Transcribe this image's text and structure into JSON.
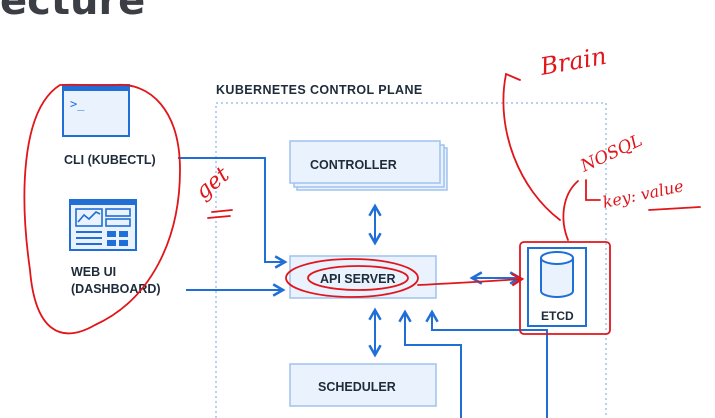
{
  "heading_fragment": "ecture",
  "diagram": {
    "control_plane_label": "KUBERNETES CONTROL PLANE",
    "cli_label": "CLI (KUBECTL)",
    "webui_label_line1": "WEB UI",
    "webui_label_line2": "(DASHBOARD)",
    "controller_label": "CONTROLLER",
    "api_server_label": "API SERVER",
    "scheduler_label": "SCHEDULER",
    "etcd_label": "ETCD",
    "terminal_prompt": ">_"
  },
  "annotations": {
    "brain": "Brain",
    "get": "get",
    "nosql": "NOSQL",
    "key_value": "key: value"
  },
  "colors": {
    "primary_blue": "#1f6fd6",
    "dark_text": "#1d2b3a",
    "box_fill": "#eaf2fd",
    "dotted_border": "#9fc2ee",
    "annotation_red": "#e0161b",
    "heading_gray": "#3b3f45"
  }
}
